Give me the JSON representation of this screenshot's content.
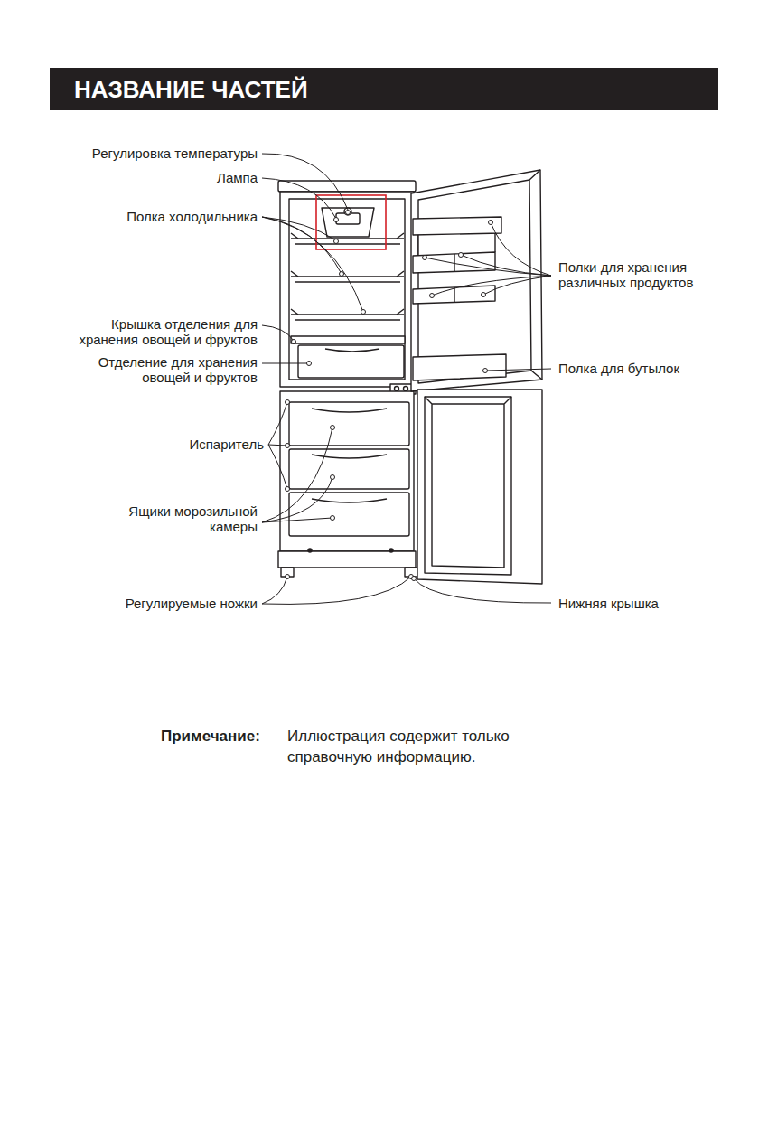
{
  "diagram": {
    "title": "НАЗВАНИЕ ЧАСТЕЙ",
    "labels": [
      "Регулировка температуры",
      "Лампа",
      "Полка холодильника",
      "Крышка отделения для хранения овощей и фруктов",
      "Отделение для хранения овощей и фруктов",
      "Испаритель",
      "Ящики морозильной камеры",
      "Регулируемые ножки",
      "Полки для хранения различных продуктов",
      "Полка для бутылок",
      "Нижняя крышка",
      "Примечание:",
      "Иллюстрация содержит только справочную информацию."
    ]
  }
}
